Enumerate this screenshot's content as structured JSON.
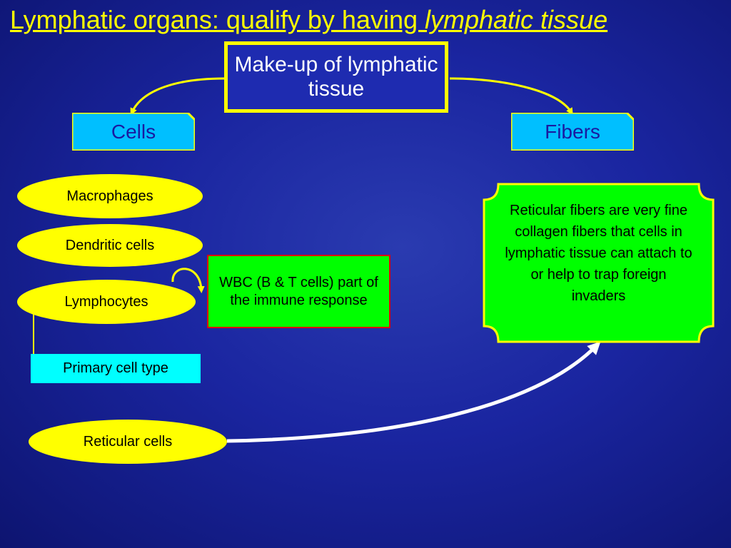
{
  "title": {
    "prefix": "Lymphatic organs: qualify by having ",
    "emphasis": "lymphatic tissue"
  },
  "makeup_label": "Make-up of lymphatic tissue",
  "cells_label": "Cells",
  "fibers_label": "Fibers",
  "cell_types": {
    "macrophages": "Macrophages",
    "dendritic": "Dendritic cells",
    "lymphocytes": "Lymphocytes",
    "reticular": "Reticular cells"
  },
  "wbc_note": "WBC (B & T cells) part of the immune response",
  "primary_note": "Primary cell type",
  "fibers_note": "Reticular fibers are very fine collagen fibers that cells in lymphatic tissue can attach to or help to trap foreign invaders",
  "colors": {
    "background": "#1a25a0",
    "yellow": "#ffff00",
    "label_blue": "#00bfff",
    "green": "#00ff00",
    "cyan": "#00ffff",
    "red_border": "#e00000"
  }
}
